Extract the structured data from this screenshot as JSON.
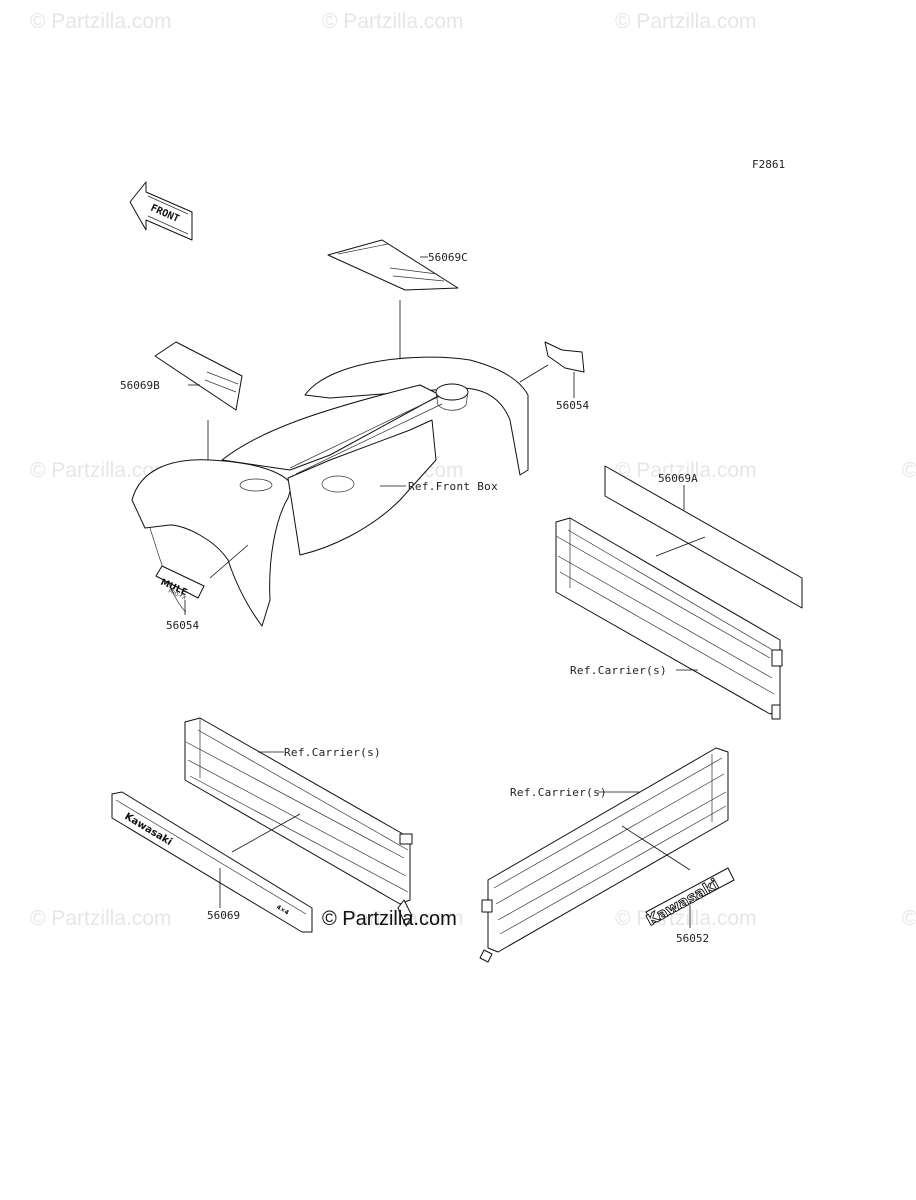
{
  "diagram_code": "F2861",
  "front_label": "FRONT",
  "watermarks": [
    "© Partzilla.com",
    "© Partzilla.com",
    "© Partzilla.com",
    "© Partzilla.com",
    "© Partzilla.com",
    "© Partzilla.com",
    "© Partzilla.com",
    "© Partzilla.com",
    "© Partzilla.com",
    "©",
    "©"
  ],
  "center_copyright": "© Partzilla.com",
  "callouts": {
    "c56069C": "56069C",
    "c56069B": "56069B",
    "c56054_top": "56054",
    "c56054_left": "56054",
    "c56069A": "56069A",
    "c56069": "56069",
    "c56052": "56052"
  },
  "references": {
    "front_box": "Ref.Front Box",
    "carrier_right": "Ref.Carrier(s)",
    "carrier_left": "Ref.Carrier(s)",
    "carrier_bottom": "Ref.Carrier(s)"
  },
  "decal_text": {
    "mule": "MULE",
    "mule_sub": "PRO-FX",
    "kawasaki_strip": "Kawasaki",
    "kawasaki_badge": "Kawasaki",
    "strip_small": "4×4"
  }
}
